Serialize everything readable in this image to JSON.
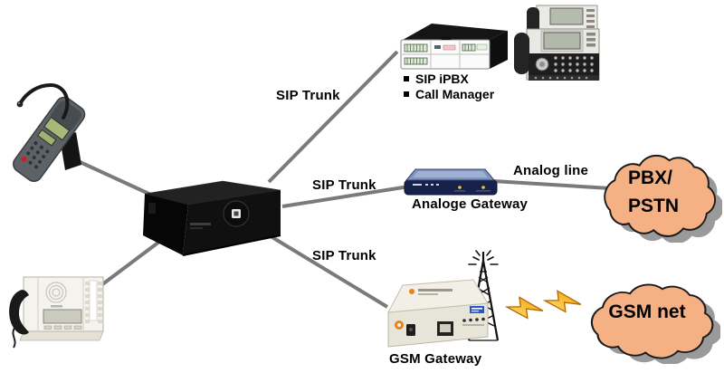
{
  "diagram": {
    "edges": {
      "pbx_to_server": "SIP Trunk",
      "pbx_to_analog_gateway": "SIP Trunk",
      "pbx_to_gsm_gateway": "SIP Trunk",
      "analog_gateway_to_pstn": "Analog line"
    },
    "nodes": {
      "ipbx_server": {
        "caption_items": [
          "SIP iPBX",
          "Call Manager"
        ]
      },
      "analog_gateway": {
        "caption": "Analoge Gateway"
      },
      "gsm_gateway": {
        "caption": "GSM Gateway"
      },
      "pbx_cloud": {
        "text_line1": "PBX/",
        "text_line2": "PSTN"
      },
      "gsm_cloud": {
        "text": "GSM net"
      }
    },
    "colors": {
      "cloud_fill": "#F5B183",
      "cloud_stroke": "#1a1a1a",
      "cloud_shadow": "#9a9a9a",
      "connection_line": "#7a7a7a",
      "text": "#000000",
      "bolt_fill_light": "#FFE37A",
      "bolt_fill_dark": "#F59B00",
      "bolt_stroke": "#B36B00",
      "analog_gateway_body": "#16224a",
      "analog_gateway_top": "#8094bd",
      "gsm_gateway_body": "#efede2"
    }
  }
}
